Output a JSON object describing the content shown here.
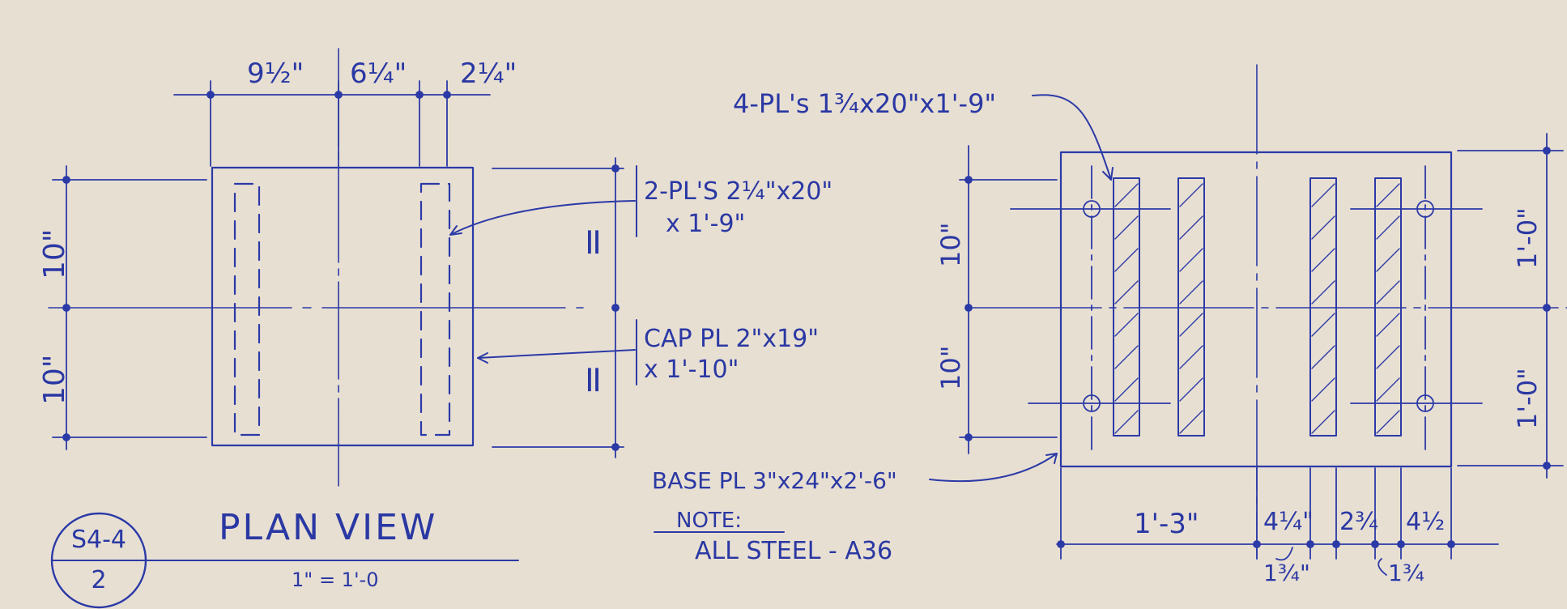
{
  "sheet": {
    "detail_id": "S4-4",
    "sheet_number": "2",
    "title": "PLAN VIEW",
    "scale": "1\" = 1'-0",
    "note_heading": "NOTE:",
    "note_text": "ALL STEEL - A36"
  },
  "left_view": {
    "top_dims": [
      "9½\"",
      "6¼\"",
      "2¼\""
    ],
    "left_dims": [
      "10\"",
      "10\""
    ],
    "eq_marks": [
      "=",
      "="
    ],
    "callouts": {
      "plates": {
        "line1": "2-PL'S 2¼\"x20\"",
        "line2": "x 1'-9\""
      },
      "cap": {
        "line1": "CAP PL 2\"x19\"",
        "line2": "x 1'-10\""
      }
    }
  },
  "right_view": {
    "plates_callout": "4-PL's 1¾x20\"x1'-9\"",
    "base_callout": "BASE PL 3\"x24\"x2'-6\"",
    "left_dims": [
      "10\"",
      "10\""
    ],
    "right_dims": [
      "1'-0\"",
      "1'-0\""
    ],
    "bottom_dims": [
      "1'-3\"",
      "4¼\"",
      "2¾",
      "4½"
    ],
    "sub_dims": [
      "1¾\"",
      "1¾"
    ]
  },
  "colors": {
    "ink": "#2b3aa6",
    "paper": "#e8dfd3"
  }
}
